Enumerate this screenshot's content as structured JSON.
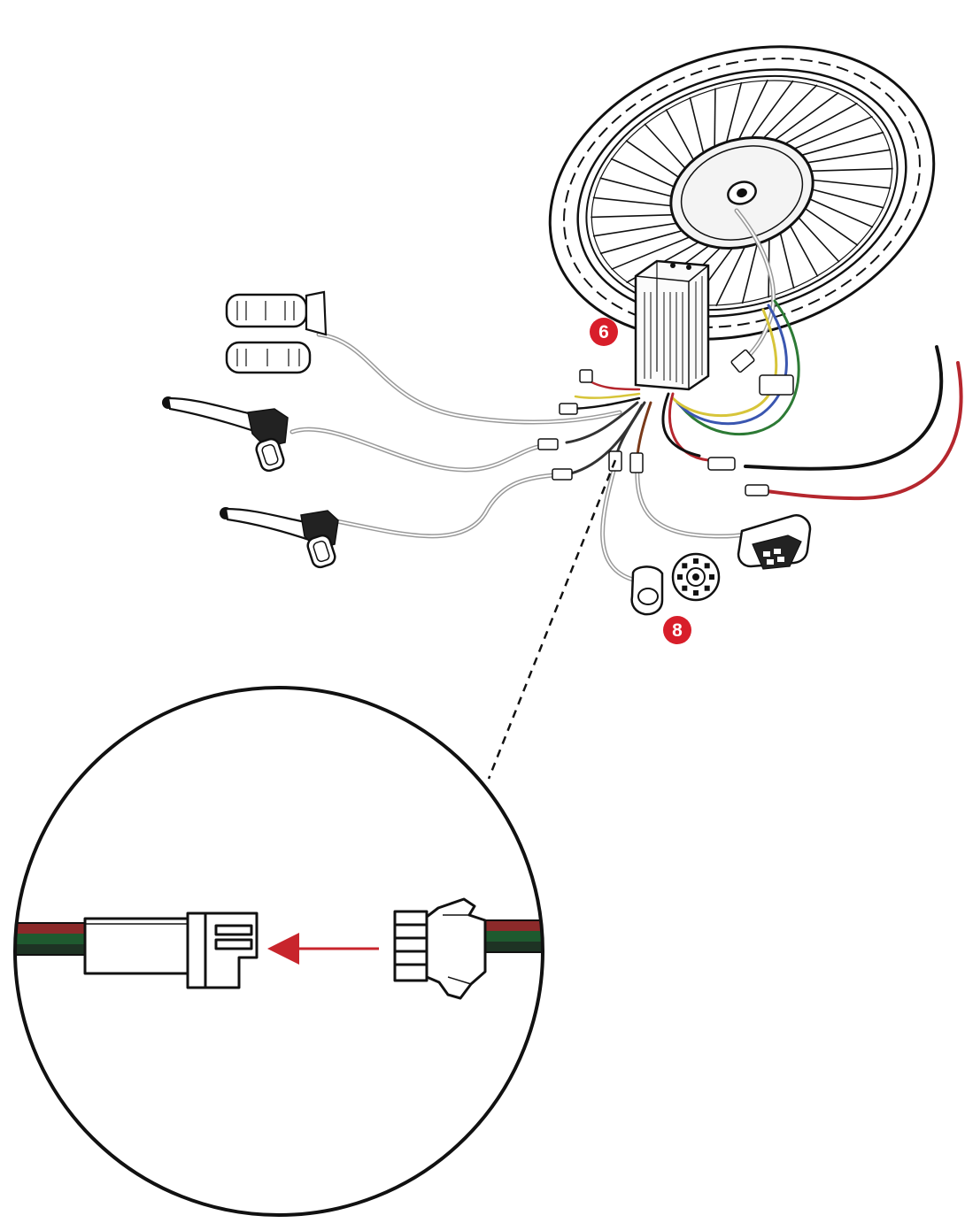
{
  "colors": {
    "line": "#111111",
    "badge": "#d81e2a",
    "arrow": "#c8252c",
    "wire_red": "#b5272e",
    "wire_green": "#2d7a35",
    "wire_blue": "#3a56b0",
    "wire_yellow": "#d7c53a",
    "wire_black": "#111111",
    "wire_brown": "#7a3a1a",
    "sheath_gray": "#9a9a9a",
    "zoom_wire_dark": "#1e3324",
    "zoom_wire_red": "#8c2a2a",
    "zoom_wire_green": "#1f5a2f"
  },
  "callouts": [
    {
      "id": "controller",
      "label": "6"
    },
    {
      "id": "pas-sensor",
      "label": "8"
    }
  ],
  "components": [
    {
      "name": "hub-motor-wheel",
      "icon": "wheel-icon"
    },
    {
      "name": "motor-controller",
      "icon": "controller-box-icon"
    },
    {
      "name": "twist-throttle-grip",
      "icon": "throttle-grip-icon"
    },
    {
      "name": "handlebar-grip",
      "icon": "grip-icon"
    },
    {
      "name": "brake-lever-upper",
      "icon": "brake-lever-icon"
    },
    {
      "name": "brake-lever-lower",
      "icon": "brake-lever-icon"
    },
    {
      "name": "lcd-display",
      "icon": "display-icon"
    },
    {
      "name": "pas-sensor-ring",
      "icon": "sensor-ring-icon"
    },
    {
      "name": "pas-magnet-disc",
      "icon": "magnet-disc-icon"
    },
    {
      "name": "battery-leads",
      "icon": "battery-cable-icon"
    }
  ],
  "detail_view": {
    "subject": "connector-plug-zoom",
    "direction": "right-to-left"
  }
}
